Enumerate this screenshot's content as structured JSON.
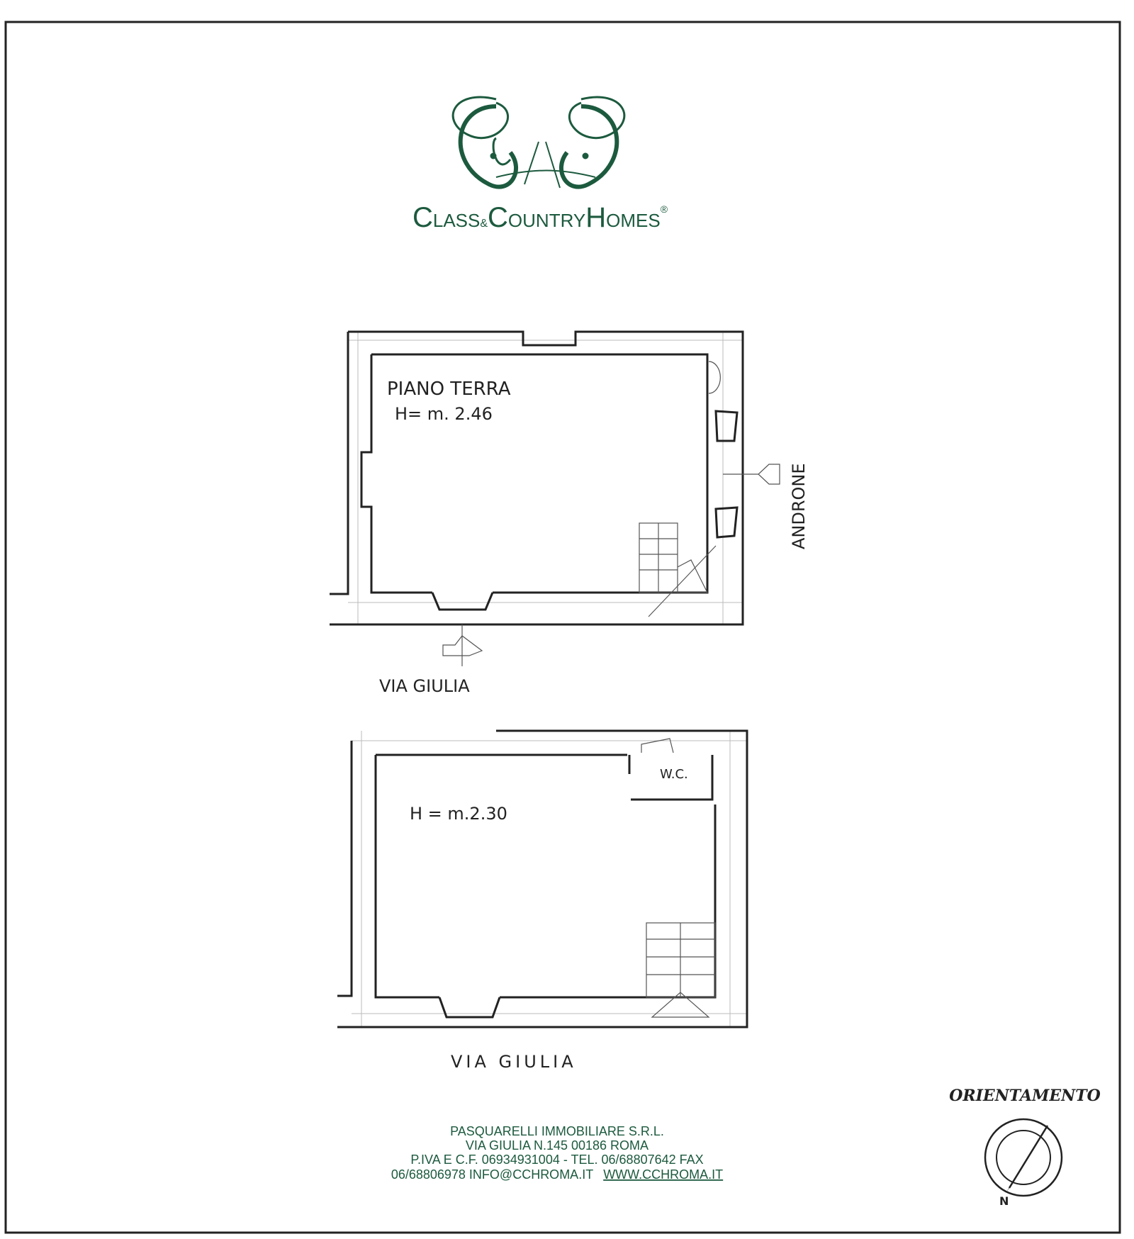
{
  "brand": {
    "name": "Class & Country Homes",
    "logo_text": [
      "C",
      "LASS",
      "&",
      "C",
      "OUNTRY",
      "H",
      "OMES",
      "®"
    ],
    "color": "#1c5a3e"
  },
  "plans": {
    "ground": {
      "title": "PIANO TERRA",
      "height": "H= m. 2.46",
      "side_entrance": "ANDRONE",
      "street": "VIA GIULIA"
    },
    "upper": {
      "height": "H = m.2.30",
      "wc": "W.C.",
      "street": "VIA GIULIA"
    }
  },
  "footer": {
    "line1": "PASQUARELLI IMMOBILIARE S.R.L.",
    "line2": "VIA GIULIA N.145  00186 ROMA",
    "line3": "P.IVA E C.F. 06934931004 - TEL. 06/68807642 FAX",
    "line4_text": "06/68806978 INFO@CCHROMA.IT",
    "website": "WWW.CCHROMA.IT"
  },
  "orientation": {
    "title": "ORIENTAMENTO",
    "north": "N"
  }
}
